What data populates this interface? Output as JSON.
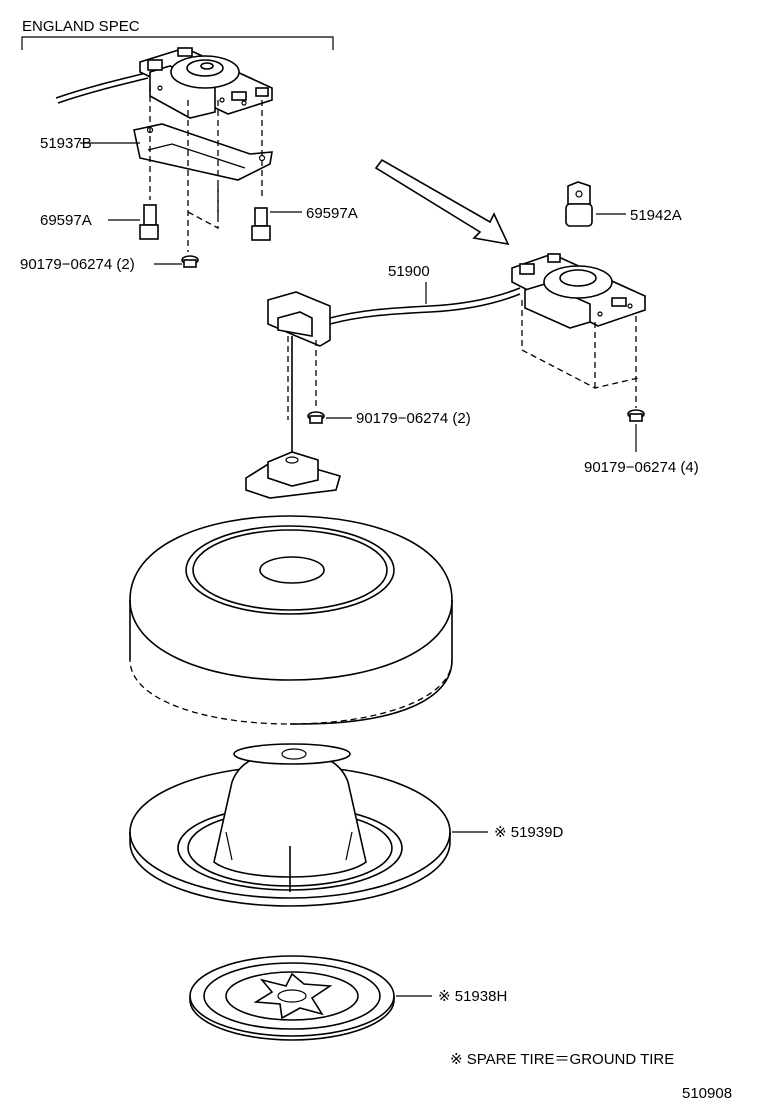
{
  "section_label": "ENGLAND SPEC",
  "parts": {
    "p51937B": "51937B",
    "p69597A_left": "69597A",
    "p69597A_right": "69597A",
    "p90179_top_left": "90179−06274 (2)",
    "p51942A": "51942A",
    "p51900": "51900",
    "p90179_mid": "90179−06274 (2)",
    "p90179_right": "90179−06274 (4)",
    "p51939D": "※ 51939D",
    "p51938H": "※ 51938H"
  },
  "footnote": "※ SPARE TIRE＝GROUND TIRE",
  "diagram_number": "510908"
}
